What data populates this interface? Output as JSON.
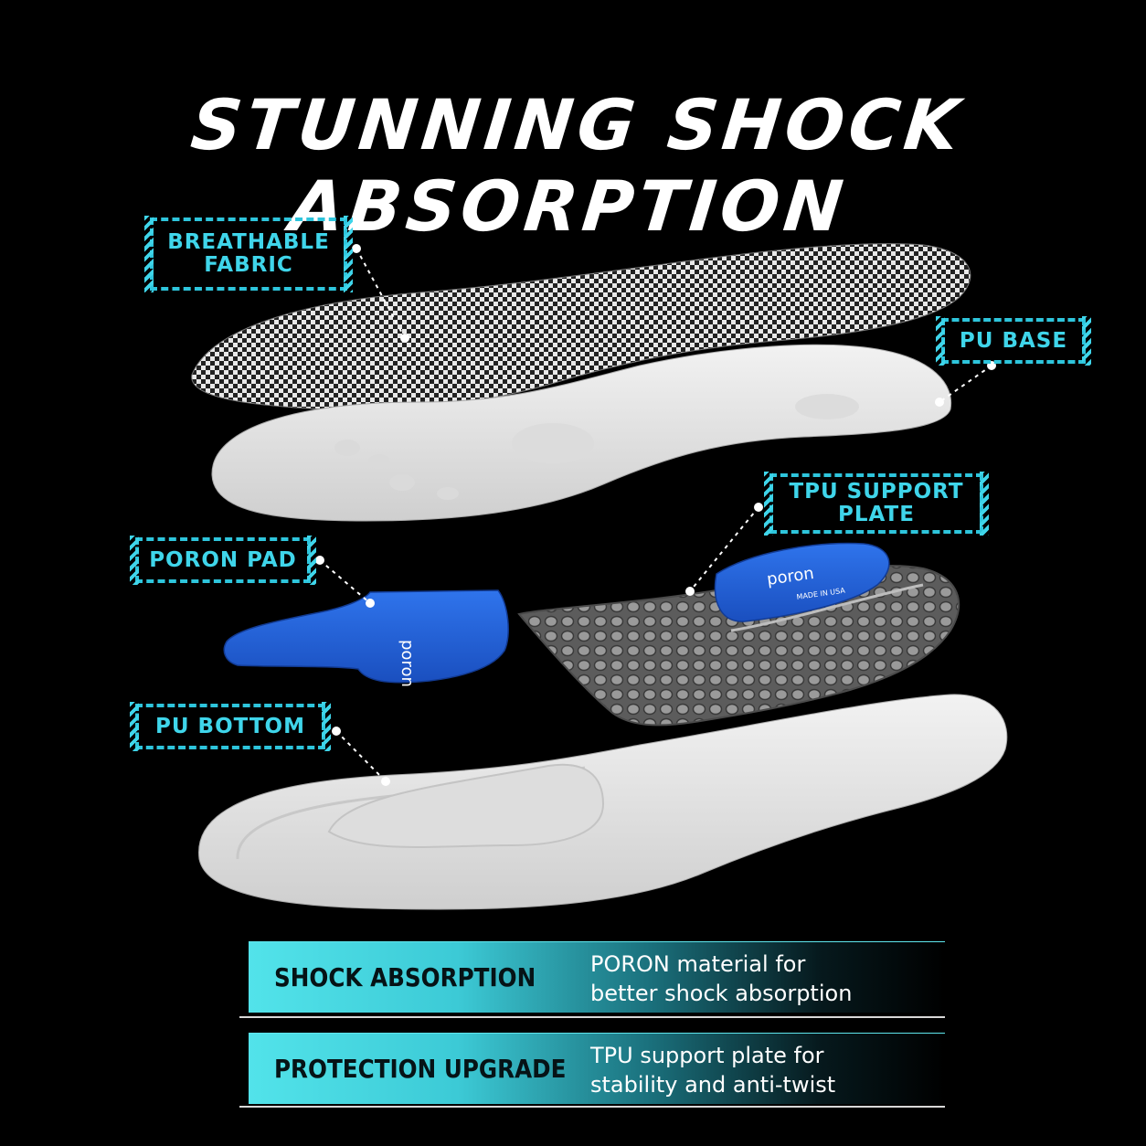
{
  "title": "STUNNING SHOCK ABSORPTION",
  "labels": {
    "breathable_fabric_line1": "BREATHABLE",
    "breathable_fabric_line2": "FABRIC",
    "pu_base": "PU BASE",
    "tpu_support_line1": "TPU SUPPORT",
    "tpu_support_line2": "PLATE",
    "poron_pad": "PORON PAD",
    "pu_bottom": "PU BOTTOM"
  },
  "pad_prints": {
    "poron_brand": "poron",
    "made_in": "MADE IN USA"
  },
  "features": [
    {
      "heading": "SHOCK ABSORPTION",
      "line1": "PORON material for",
      "line2": "better shock absorption"
    },
    {
      "heading": "PROTECTION UPGRADE",
      "line1": "TPU support plate for",
      "line2": "stability and anti-twist"
    }
  ],
  "colors": {
    "accent": "#2ec5dc",
    "pad_blue": "#1f5fd6",
    "foam_gray": "#e6e6e6",
    "background": "#000000"
  }
}
